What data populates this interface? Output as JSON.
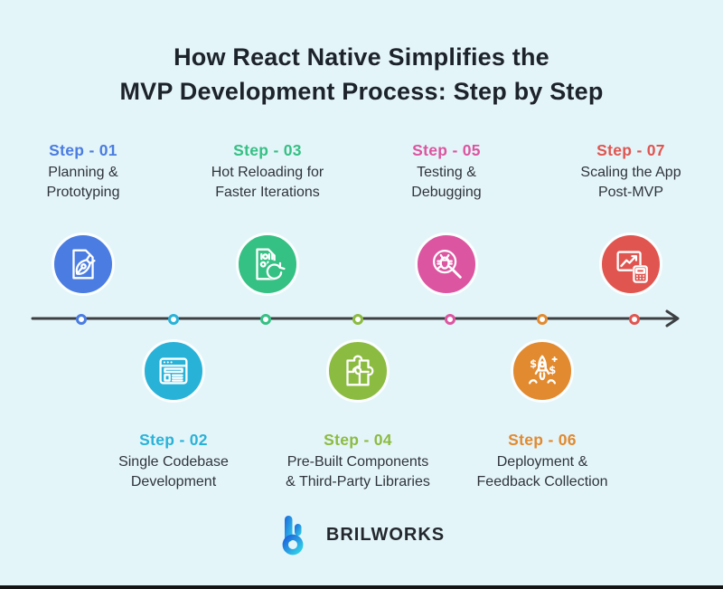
{
  "background_color": "#e4f5f9",
  "title": "How React Native Simplifies the\nMVP Development Process: Step by Step",
  "title_color": "#1d232b",
  "timeline": {
    "line_color": "#3d4043",
    "dot_count": 7,
    "arrow_direction": "right"
  },
  "steps": [
    {
      "label": "Step - 01",
      "title": "Planning &\nPrototyping",
      "accent": "#4a7ce1",
      "icon": "pen-document-icon",
      "position": "top"
    },
    {
      "label": "Step - 02",
      "title": "Single Codebase\nDevelopment",
      "accent": "#29b2d8",
      "icon": "browser-window-icon",
      "position": "bottom"
    },
    {
      "label": "Step - 03",
      "title": "Hot Reloading for\nFaster Iterations",
      "accent": "#35c084",
      "icon": "code-reload-icon",
      "position": "top"
    },
    {
      "label": "Step - 04",
      "title": "Pre-Built Components\n& Third-Party Libraries",
      "accent": "#8cbb41",
      "icon": "puzzle-icon",
      "position": "bottom"
    },
    {
      "label": "Step - 05",
      "title": "Testing &\nDebugging",
      "accent": "#dc55a0",
      "icon": "bug-magnifier-icon",
      "position": "top"
    },
    {
      "label": "Step - 06",
      "title": "Deployment &\nFeedback Collection",
      "accent": "#e18a30",
      "icon": "rocket-dollar-icon",
      "position": "bottom"
    },
    {
      "label": "Step - 07",
      "title": "Scaling the App\nPost-MVP",
      "accent": "#e05550",
      "icon": "chart-calculator-icon",
      "position": "top"
    }
  ],
  "footer": {
    "brand": "BRILWORKS",
    "logo_icon": "brilworks-logo-icon",
    "logo_gradient_start": "#1d64dc",
    "logo_gradient_end": "#31d2e8",
    "text_color": "#23282e"
  }
}
